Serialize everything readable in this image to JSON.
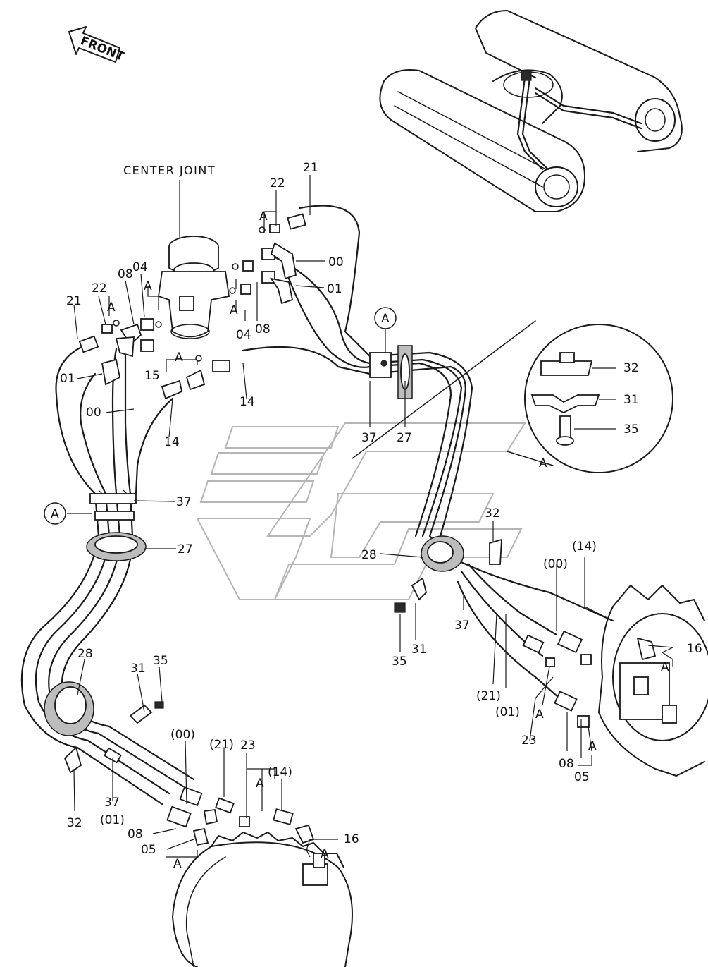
{
  "diagram": {
    "front_arrow": "FRONT",
    "center_joint": "CENTER JOINT",
    "detail_label": "A",
    "callout_letter": "A"
  },
  "labels": {
    "n00": "00",
    "n01": "01",
    "n04": "04",
    "n05": "05",
    "n08": "08",
    "n14": "14",
    "n15": "15",
    "n16": "16",
    "n21": "21",
    "n22": "22",
    "n23": "23",
    "n27": "27",
    "n28": "28",
    "n31": "31",
    "n32": "32",
    "n35": "35",
    "n37": "37",
    "p00": "(00)",
    "p01": "(01)",
    "p14": "(14)",
    "p21": "(21)"
  }
}
